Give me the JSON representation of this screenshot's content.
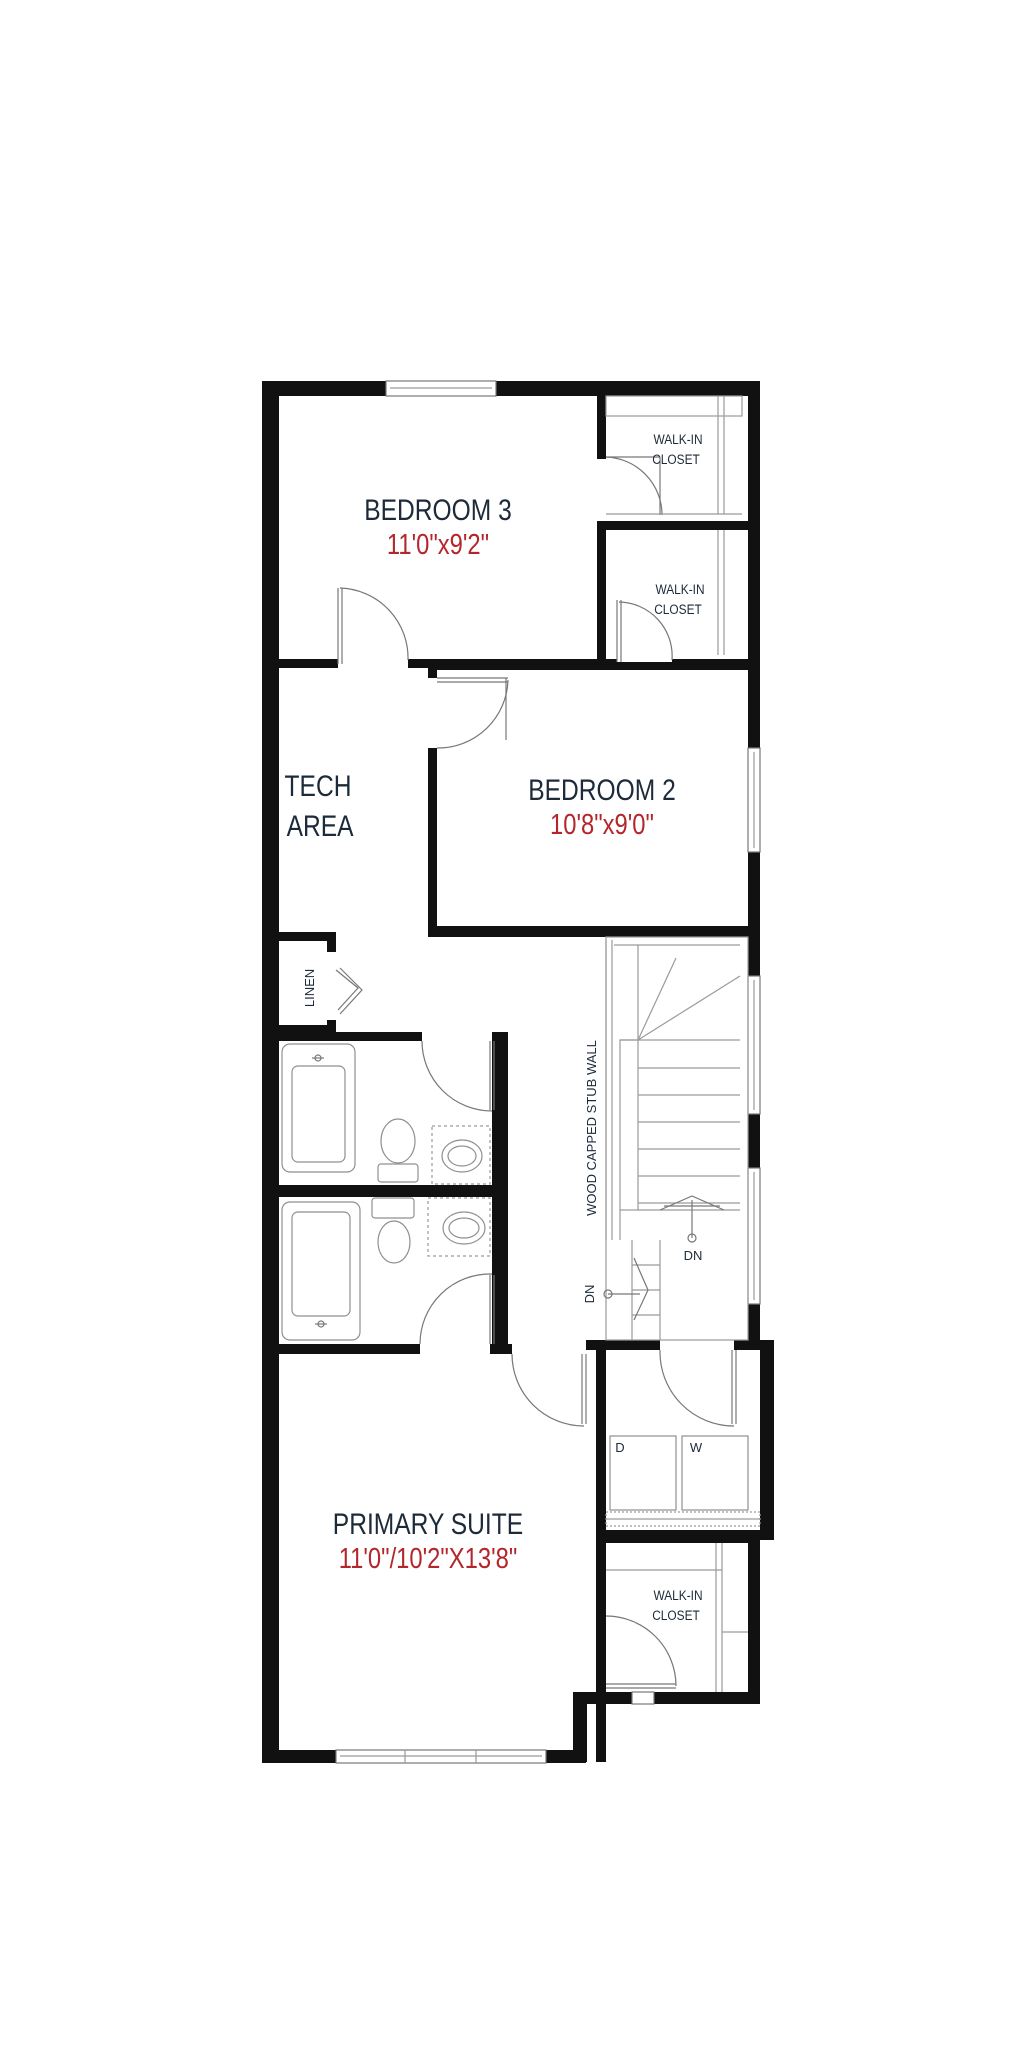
{
  "rooms": {
    "bedroom3": {
      "name": "BEDROOM 3",
      "dim": "11'0\"x9'2\""
    },
    "bedroom2": {
      "name": "BEDROOM 2",
      "dim": "10'8\"x9'0\""
    },
    "tech_area": {
      "line1": "TECH",
      "line2": "AREA"
    },
    "primary_suite": {
      "name": "PRIMARY SUITE",
      "dim": "11'0\"/10'2\"X13'8\""
    },
    "walk_in_closet": {
      "line1": "WALK-IN",
      "line2": "CLOSET"
    },
    "linen": "LINEN"
  },
  "labels": {
    "stub_wall": "WOOD CAPPED STUB WALL",
    "down": "DN",
    "dryer": "D",
    "washer": "W"
  },
  "colors": {
    "wall": "#111111",
    "room_name": "#1c2a3a",
    "room_dim": "#b3262c"
  }
}
